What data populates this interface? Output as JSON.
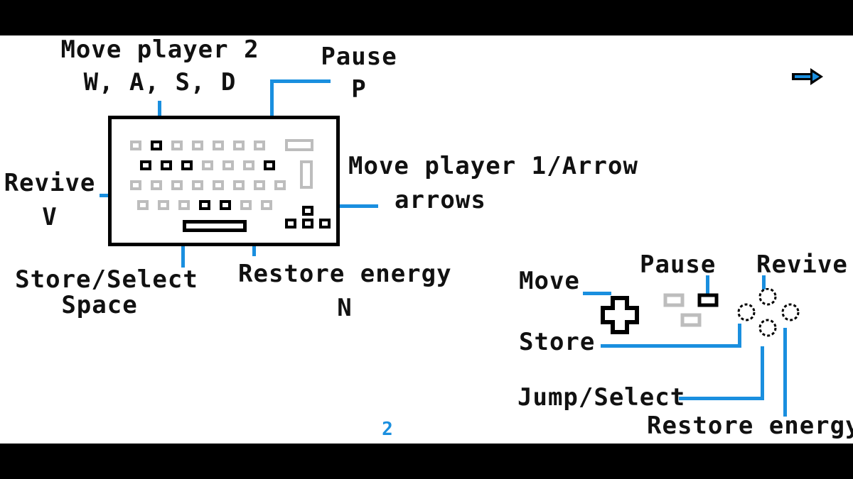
{
  "keyboard_labels": {
    "move_player2": "Move player 2",
    "move_player2_keys": "W, A, S, D",
    "pause": "Pause",
    "pause_key": "P",
    "move_player1": "Move player 1/Arrow",
    "move_player1_keys": "arrows",
    "revive": "Revive",
    "revive_key": "V",
    "store_select": "Store/Select",
    "store_select_key": "Space",
    "restore_energy": "Restore energy",
    "restore_energy_key": "N"
  },
  "controller_labels": {
    "move": "Move",
    "pause": "Pause",
    "revive": "Revive",
    "store": "Store",
    "jump_select": "Jump/Select",
    "restore_energy": "Restore energy"
  },
  "page_number": "2",
  "icons": {
    "next": "arrow-right-icon"
  },
  "colors": {
    "accent": "#1a8fdf",
    "key_inactive": "#bdbdbd",
    "key_active": "#000000"
  }
}
